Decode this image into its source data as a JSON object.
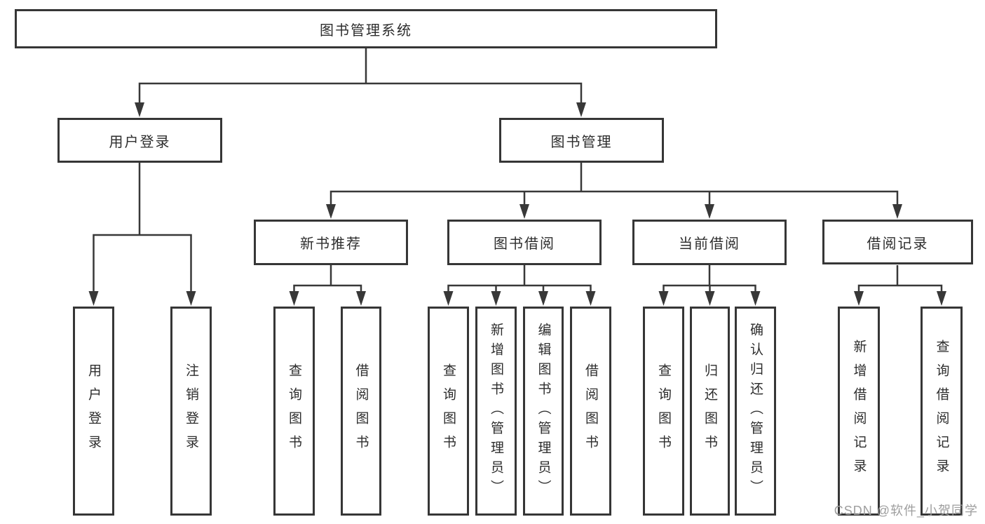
{
  "diagram": {
    "root": "图书管理系统",
    "level2": [
      {
        "label": "用户登录",
        "children": [
          "用户登录",
          "注销登录"
        ]
      },
      {
        "label": "图书管理"
      }
    ],
    "level3": [
      {
        "label": "新书推荐",
        "children": [
          "查询图书",
          "借阅图书"
        ]
      },
      {
        "label": "图书借阅",
        "children": [
          "查询图书",
          "新增图书（管理员）",
          "编辑图书（管理员）",
          "借阅图书"
        ]
      },
      {
        "label": "当前借阅",
        "children": [
          "查询图书",
          "归还图书",
          "确认归还（管理员）"
        ]
      },
      {
        "label": "借阅记录",
        "children": [
          "新增借阅记录",
          "查询借阅记录"
        ]
      }
    ]
  },
  "watermark": "CSDN @软件_小贺同学",
  "colors": {
    "line": "#383838",
    "box_border": "#363636",
    "text": "#2d2d2d",
    "watermark": "#9e9e9e",
    "background": "#ffffff"
  }
}
